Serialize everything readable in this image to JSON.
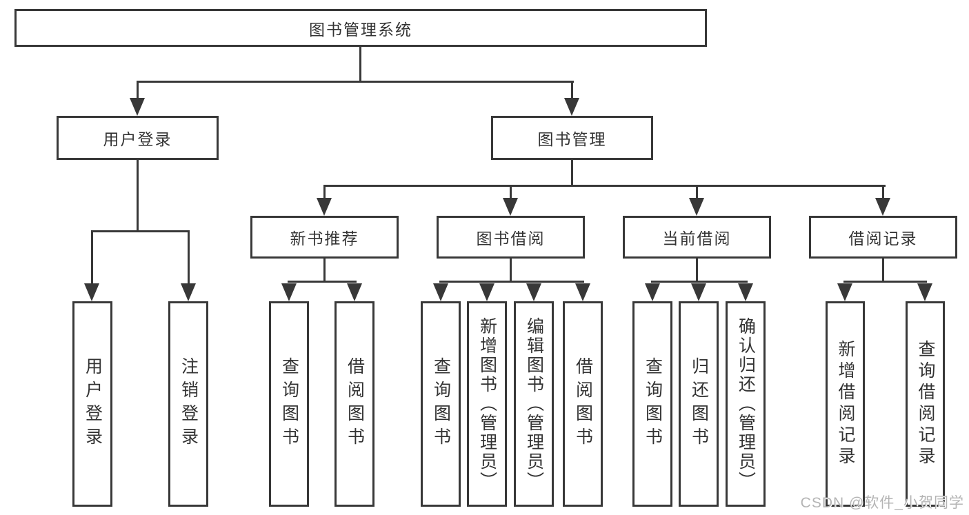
{
  "colors": {
    "line": "#383838",
    "border": "#383838",
    "text": "#333333",
    "background": "#ffffff",
    "watermark": "#b4b4b4"
  },
  "watermark": {
    "text": "CSDN @软件_小贺同学"
  },
  "tree": {
    "root": "图书管理系统",
    "branches": [
      {
        "label": "用户登录",
        "children": [
          "用户登录",
          "注销登录"
        ]
      },
      {
        "label": "图书管理",
        "children": [
          {
            "label": "新书推荐",
            "children": [
              "查询图书",
              "借阅图书"
            ]
          },
          {
            "label": "图书借阅",
            "children": [
              "查询图书",
              "新增图书（管理员）",
              "编辑图书（管理员）",
              "借阅图书"
            ]
          },
          {
            "label": "当前借阅",
            "children": [
              "查询图书",
              "归还图书",
              "确认归还（管理员）"
            ]
          },
          {
            "label": "借阅记录",
            "children": [
              "新增借阅记录",
              "查询借阅记录"
            ]
          }
        ]
      }
    ]
  }
}
